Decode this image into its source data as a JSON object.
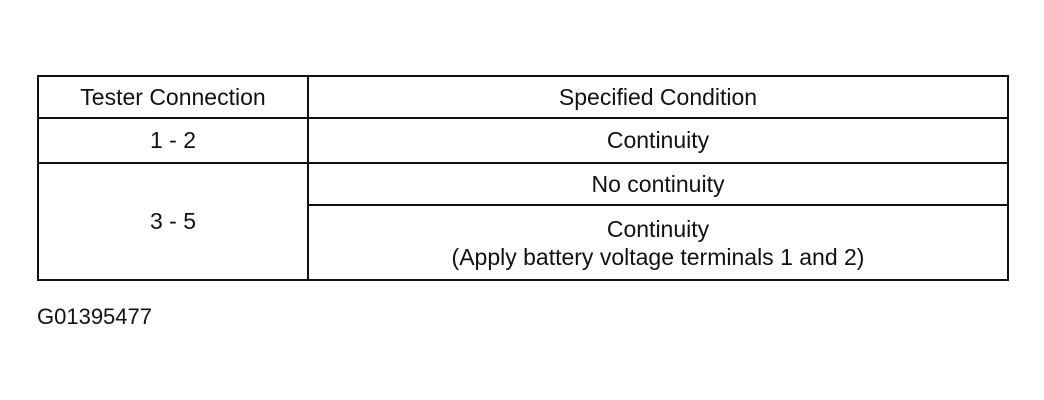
{
  "table": {
    "headers": {
      "tester_connection": "Tester Connection",
      "specified_condition": "Specified Condition"
    },
    "rows": [
      {
        "tester_connection": "1 - 2",
        "specified_condition": "Continuity"
      },
      {
        "tester_connection": "3 - 5",
        "specified_condition": "No continuity"
      },
      {
        "tester_connection": "3 - 5",
        "specified_condition": "Continuity",
        "note": "(Apply battery voltage terminals 1 and 2)"
      }
    ]
  },
  "figure_id": "G01395477"
}
